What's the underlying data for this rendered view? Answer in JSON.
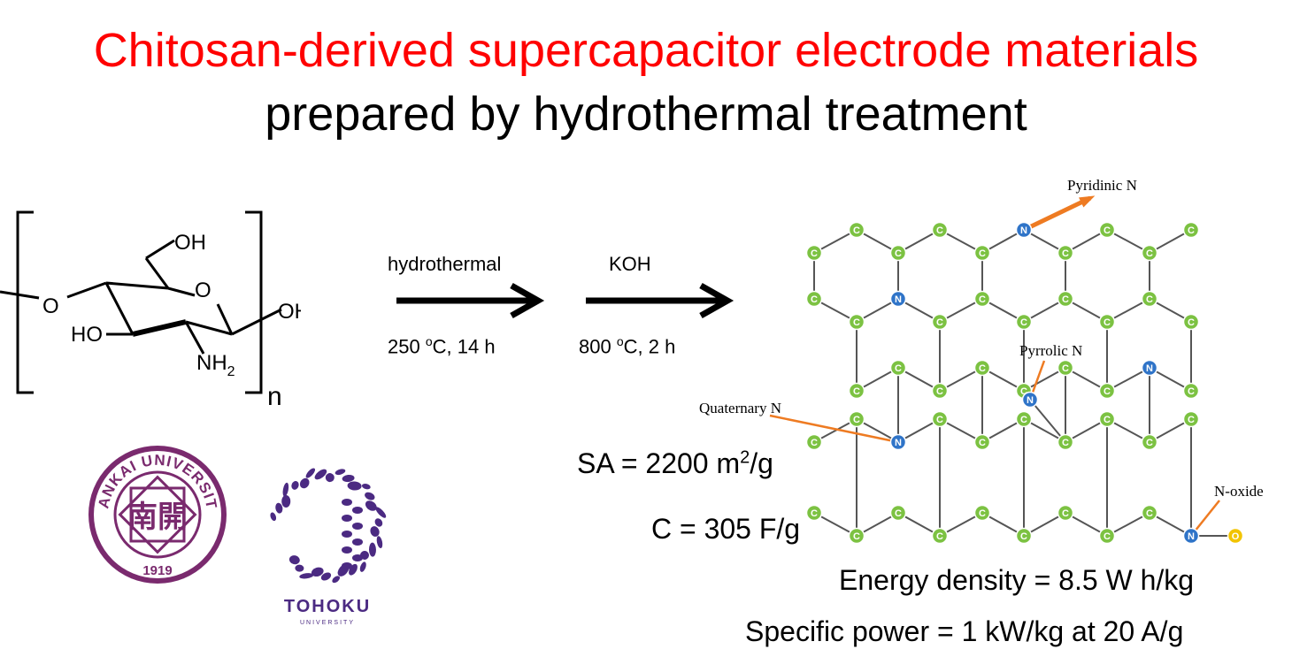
{
  "title_line1": "Chitosan-derived supercapacitor electrode materials",
  "title_line2": "prepared by hydrothermal treatment",
  "structure": {
    "oh_top": "OH",
    "ring_o": "O",
    "oh_right": "OH",
    "linker_o": "O",
    "ho_left": "HO",
    "nh": "NH",
    "nh_sub": "2",
    "repeat_n": "n"
  },
  "steps": [
    {
      "above": "hydrothermal",
      "below_a": "250 ",
      "below_sup": "o",
      "below_b": "C, 14 h"
    },
    {
      "above": "KOH",
      "below_a": "800 ",
      "below_sup": "o",
      "below_b": "C, 2 h"
    }
  ],
  "graphene": {
    "atom_label_c": "C",
    "atom_label_n": "N",
    "atom_label_o": "O",
    "labels": {
      "pyridinic": "Pyridinic N",
      "pyrrolic": "Pyrrolic N",
      "quaternary": "Quaternary N",
      "noxide": "N-oxide"
    },
    "colors": {
      "carbon": "#7cc242",
      "nitrogen": "#2f74c8",
      "oxygen": "#f2c400",
      "arrow": "#ee7b22"
    }
  },
  "results": {
    "sa_a": "SA = 2200 m",
    "sa_sup": "2",
    "sa_b": "/g",
    "capacitance": "C = 305 F/g",
    "energy": "Energy density = 8.5 W h/kg",
    "power": "Specific power = 1 kW/kg at 20 A/g"
  },
  "logos": {
    "nankai_text": "NANKAI UNIVERSITY",
    "nankai_year": "1919",
    "nankai_chars": "南開",
    "tohoku_name": "TOHOKU",
    "tohoku_sub": "UNIVERSITY",
    "nankai_color": "#7a2a6e",
    "tohoku_color": "#4b2a82"
  }
}
